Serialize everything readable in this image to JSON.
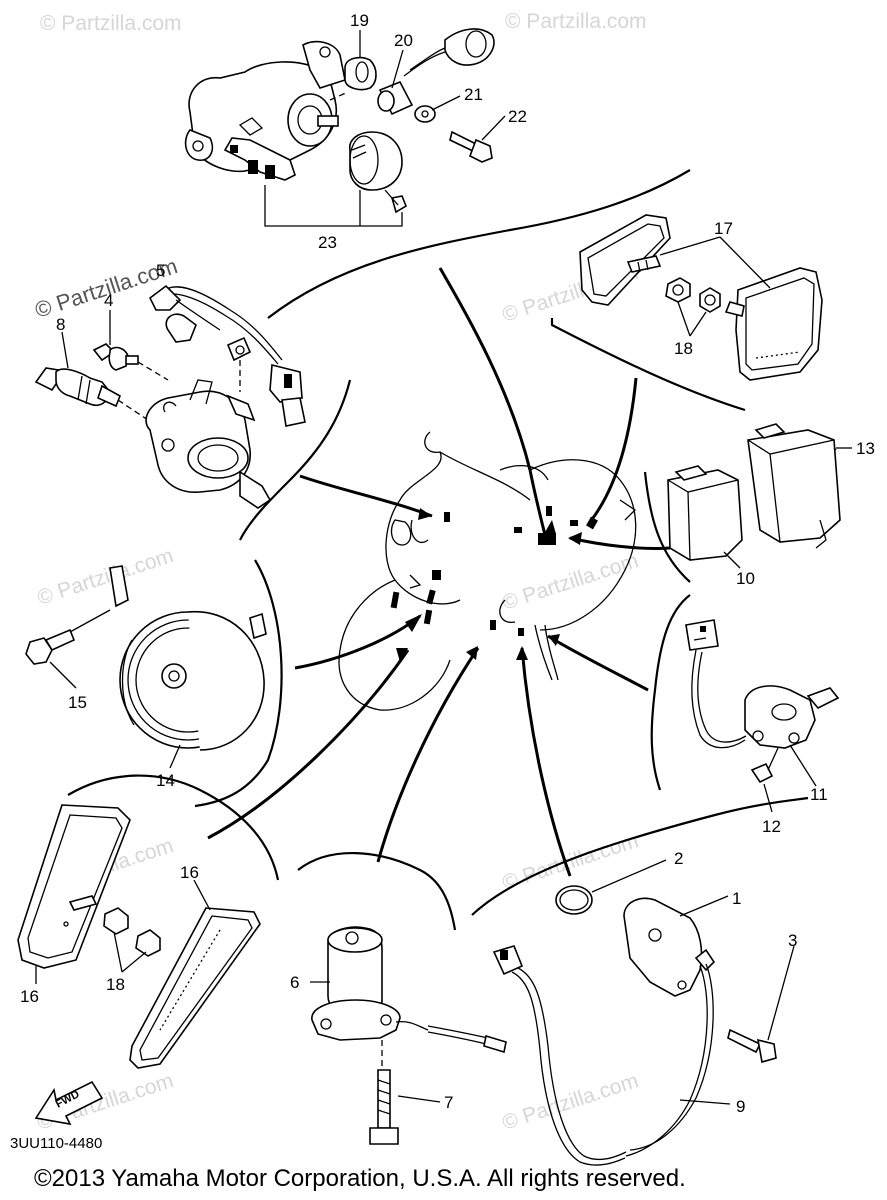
{
  "diagram_code": "3UU110-4480",
  "copyright": "©2013 Yamaha Motor Corporation, U.S.A. All rights reserved.",
  "watermark": "© Partzilla.com",
  "fwd_label": "FWD",
  "callouts": {
    "c1": "1",
    "c2": "2",
    "c3": "3",
    "c4": "4",
    "c5": "5",
    "c6": "6",
    "c7": "7",
    "c8": "8",
    "c9": "9",
    "c10": "10",
    "c11": "11",
    "c12": "12",
    "c13": "13",
    "c14": "14",
    "c15": "15",
    "c16a": "16",
    "c16b": "16",
    "c17": "17",
    "c18a": "18",
    "c18b": "18",
    "c19": "19",
    "c20": "20",
    "c21": "21",
    "c22": "22",
    "c23": "23"
  }
}
